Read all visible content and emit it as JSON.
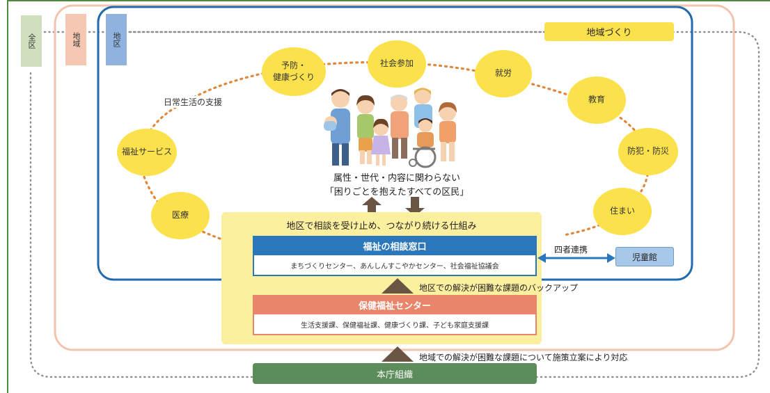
{
  "scope_tags": {
    "zenku": "全区",
    "chiiki": "地域",
    "chiku": "地区"
  },
  "chiiki_zukuri": "地域づくり",
  "circles": {
    "yobo": "予防・\n健康づくり",
    "shakai": "社会参加",
    "shuro": "就労",
    "kyoiku": "教育",
    "bohan": "防犯・防災",
    "sumai": "住まい",
    "iryo": "医療",
    "fukushi_service": "福祉サービス",
    "nichijo": "日常生活の支援"
  },
  "residents_caption": {
    "line1": "属性・世代・内容に関わらない",
    "line2": "「困りごとを抱えたすべての区民」"
  },
  "framework_title": "地区で相談を受け止め、つながり続ける仕組み",
  "fukushi_madoguchi": {
    "title": "福祉の相談窓口",
    "members": "まちづくりセンター、あんしんすこやかセンター、社会福祉協議会"
  },
  "yonsha_renkei": "四者連携",
  "jidokan": "児童館",
  "backup_note": "地区での解決が困難な課題のバックアップ",
  "hoken_center": {
    "title": "保健福祉センター",
    "members": "生活支援課、保健福祉課、健康づくり課、子ども家庭支援課"
  },
  "policy_note": "地域での解決が困難な課題について施策立案により対応",
  "honcho": "本庁組織",
  "colors": {
    "zenku_tag": "#cfe0bf",
    "chiiki_tag": "#f6c8b4",
    "chiku_tag": "#8fb3de",
    "chiiki_frame": "#f2c4ae",
    "chiku_frame": "#1f6bad",
    "circle": "#fbe24c",
    "framework_box": "#fcef9f",
    "madoguchi": "#2b77bb",
    "hoken": "#e8856a",
    "honcho": "#5b8c5a",
    "jidokan": "#a8c8ea",
    "arrow": "#6a5544",
    "green_edge": "#4f8a3c"
  }
}
